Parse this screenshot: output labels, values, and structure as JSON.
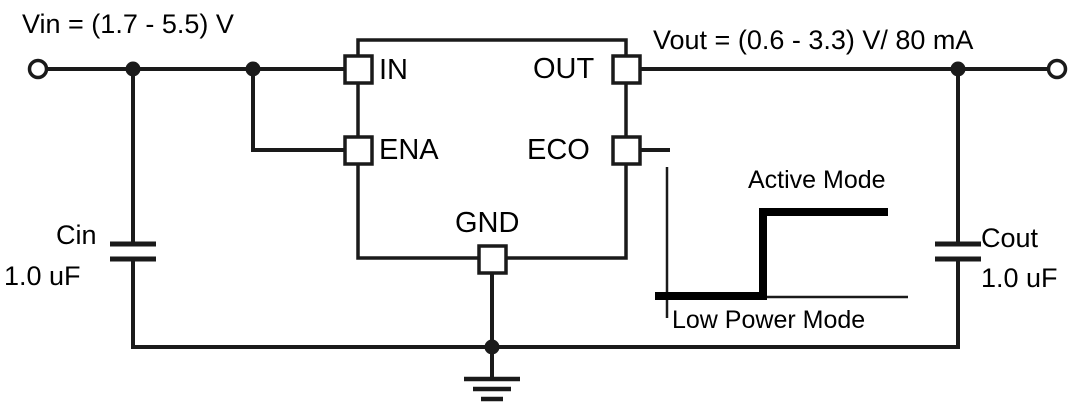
{
  "diagram": {
    "title_in": "Vin = (1.7 - 5.5) V",
    "title_out": "Vout = (0.6 - 3.3) V/ 80 mA",
    "ic": {
      "pins": {
        "in": "IN",
        "ena": "ENA",
        "out": "OUT",
        "eco": "ECO",
        "gnd": "GND"
      }
    },
    "components": {
      "cin_name": "Cin",
      "cin_value": "1.0 uF",
      "cout_name": "Cout",
      "cout_value": "1.0 uF"
    },
    "waveform": {
      "active_label": "Active Mode",
      "lowpower_label": "Low Power Mode"
    },
    "colors": {
      "wire": "#1a1a1a",
      "text": "#000000",
      "background": "#ffffff",
      "pin_fill": "#ffffff"
    }
  }
}
